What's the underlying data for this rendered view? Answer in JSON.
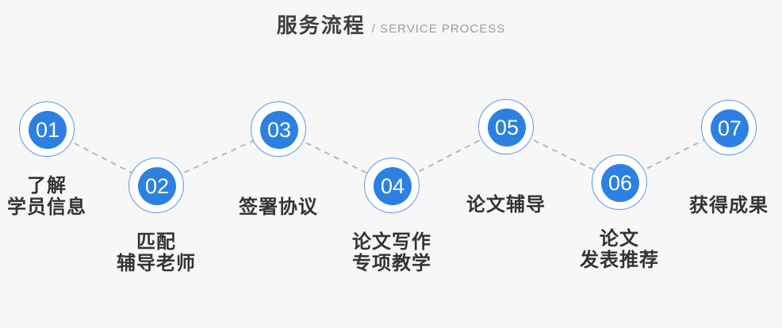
{
  "title": {
    "cn": "服务流程",
    "en": "/ SERVICE PROCESS"
  },
  "steps": [
    {
      "number": "01",
      "label": "了解\n学员信息"
    },
    {
      "number": "02",
      "label": "匹配\n辅导老师"
    },
    {
      "number": "03",
      "label": "签署协议"
    },
    {
      "number": "04",
      "label": "论文写作\n专项教学"
    },
    {
      "number": "05",
      "label": "论文辅导"
    },
    {
      "number": "06",
      "label": "论文\n发表推荐"
    },
    {
      "number": "07",
      "label": "获得成果"
    }
  ],
  "colors": {
    "accent_blue": "#2c80e2",
    "ring_blue": "#5c97e3",
    "connector_gray": "#b8b8b8",
    "background": "#f7f7f8",
    "label_text": "#333333",
    "title_cn": "#3f3f3f",
    "title_en": "#9c9c9c"
  }
}
